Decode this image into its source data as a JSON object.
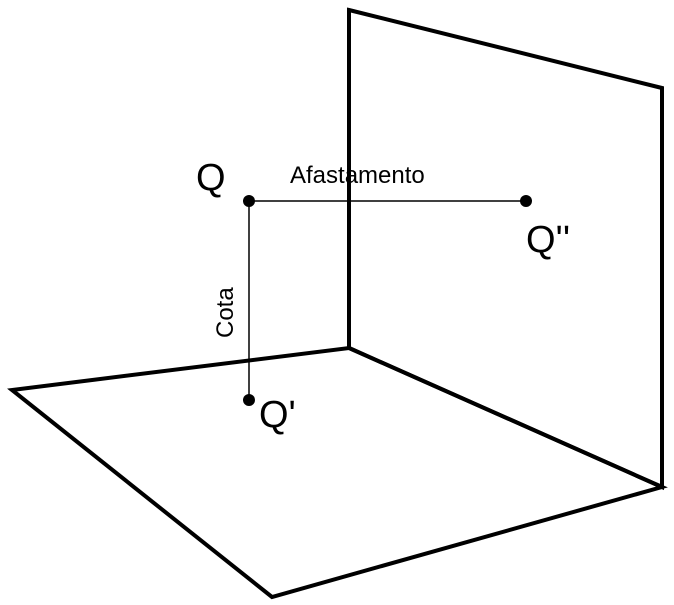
{
  "points": {
    "space_point_label": "Q",
    "horizontal_projection_label": "Q'",
    "vertical_projection_label": "Q''"
  },
  "measures": {
    "horizontal_distance_label": "Afastamento",
    "height_label": "Cota"
  }
}
